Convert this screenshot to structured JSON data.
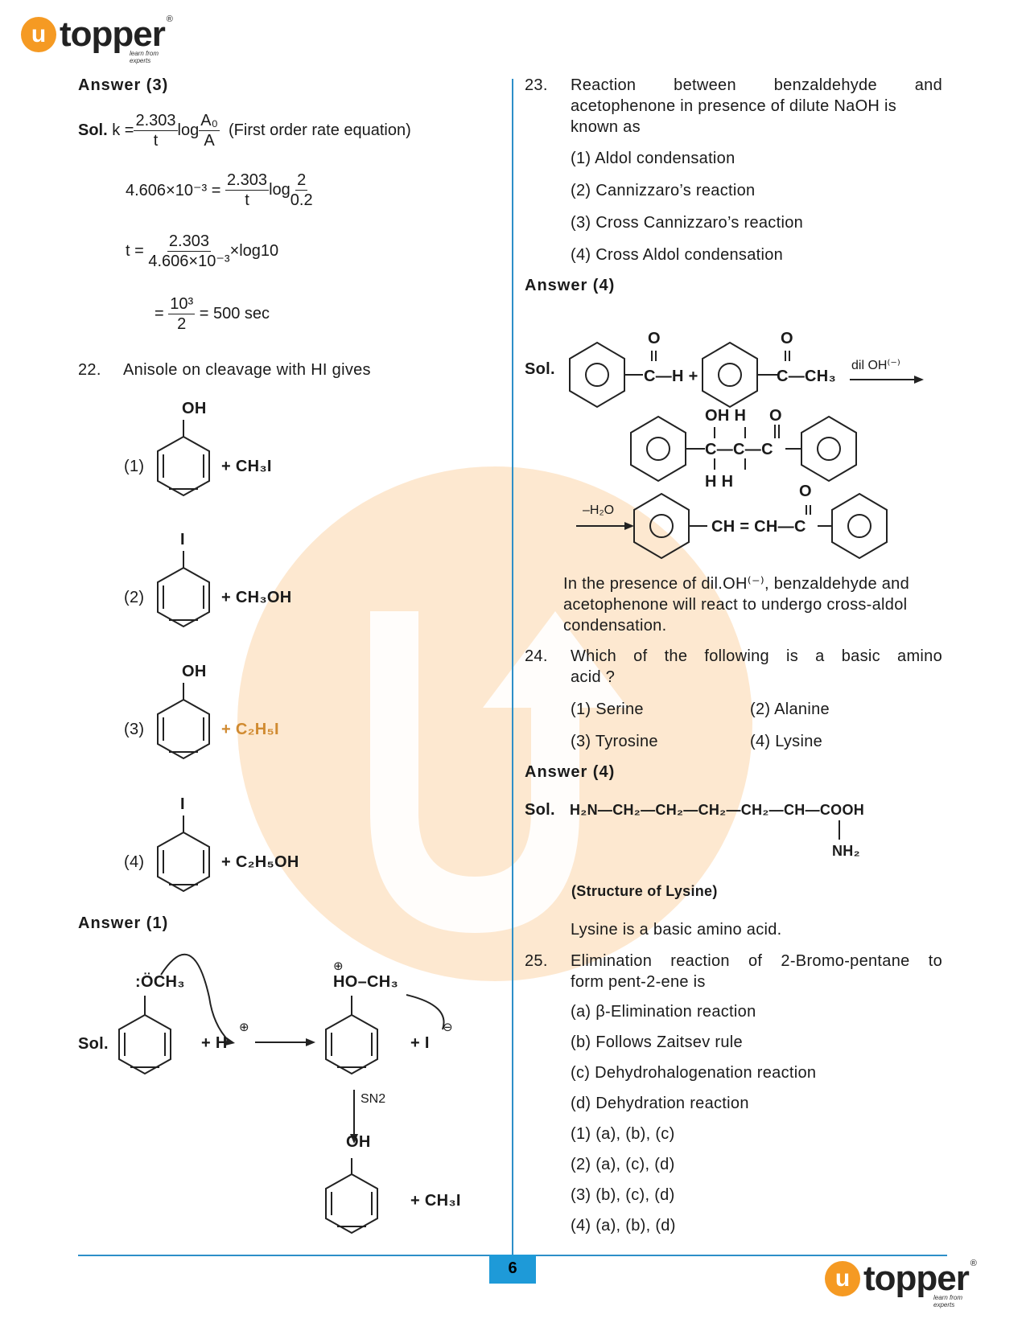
{
  "brand": {
    "name": "topper",
    "tagline": "learn from experts",
    "reg": "®"
  },
  "page_number": "6",
  "left": {
    "answer21": "Answer (3)",
    "sol_label": "Sol.",
    "eq1_k": "k =",
    "eq1_num": "2.303",
    "eq1_den": "t",
    "eq1_log": "log",
    "eq1_lnum": "A₀",
    "eq1_lden": "A",
    "eq1_note": "(First order rate equation)",
    "eq2_lhs": "4.606×10⁻³ =",
    "eq2_num": "2.303",
    "eq2_den": "t",
    "eq2_log": "log",
    "eq2_lnum": "2",
    "eq2_lden": "0.2",
    "eq3_t": "t =",
    "eq3_num": "2.303",
    "eq3_den": "4.606×10⁻³",
    "eq3_rest": "×log10",
    "eq4_eq": "=",
    "eq4_num": "10³",
    "eq4_den": "2",
    "eq4_rest": "= 500 sec",
    "q22_num": "22.",
    "q22_text": "Anisole on cleavage with HI gives",
    "options22": [
      {
        "label": "(1)",
        "sub": "OH",
        "product": "+ CH₃I"
      },
      {
        "label": "(2)",
        "sub": "I",
        "product": "+ CH₃OH"
      },
      {
        "label": "(3)",
        "sub": "OH",
        "product": "+ C₂H₅I"
      },
      {
        "label": "(4)",
        "sub": "I",
        "product": "+ C₂H₅OH"
      }
    ],
    "answer22": "Answer (1)",
    "mech": {
      "och3": ":ÖCH₃",
      "plus_h": "+ H",
      "plus_sign": "⊕",
      "protonated": "HO–CH₃",
      "plus_i": "+ I",
      "minus_sign": "⊖",
      "sn2": "SN2",
      "oh": "OH",
      "ch3i": "+ CH₃I"
    }
  },
  "right": {
    "q23_num": "23.",
    "q23_lines": [
      "Reaction between benzaldehyde and",
      "acetophenone in presence of dilute NaOH is",
      "known as"
    ],
    "options23": [
      "(1) Aldol condensation",
      "(2) Cannizzaro’s reaction",
      "(3) Cross Cannizzaro’s reaction",
      "(4) Cross Aldol condensation"
    ],
    "answer23": "Answer (4)",
    "sol_label": "Sol.",
    "rxn": {
      "ch_h": "C—H +",
      "c_ch3": "C—CH₃",
      "reagent": "dil OH⁽⁻⁾",
      "oh_h": "OH H",
      "c_c_c": "C—C—C",
      "h_h": "H   H",
      "o": "O",
      "minus_h2o": "–H₂O",
      "ch_ch": "CH = CH—C"
    },
    "explain23": [
      "In the presence of dil.OH⁽⁻⁾, benzaldehyde and",
      "acetophenone will react to undergo cross-aldol",
      "condensation."
    ],
    "q24_num": "24.",
    "q24_lines": [
      "Which of the following is a basic amino",
      "acid ?"
    ],
    "options24": [
      "(1) Serine",
      "(2) Alanine",
      "(3) Tyrosine",
      "(4) Lysine"
    ],
    "answer24": "Answer (4)",
    "lysine_formula": "H₂N—CH₂—CH₂—CH₂—CH₂—CH—COOH",
    "lysine_nh2": "NH₂",
    "lysine_caption": "(Structure of Lysine)",
    "lysine_note": "Lysine is a basic amino acid.",
    "q25_num": "25.",
    "q25_lines": [
      "Elimination reaction of 2-Bromo-pentane to",
      "form pent-2-ene is"
    ],
    "statements25": [
      "(a) β-Elimination reaction",
      "(b) Follows Zaitsev rule",
      "(c) Dehydrohalogenation reaction",
      "(d) Dehydration reaction"
    ],
    "options25": [
      "(1) (a), (b), (c)",
      "(2) (a), (c), (d)",
      "(3) (b), (c), (d)",
      "(4) (a), (b), (d)"
    ]
  }
}
